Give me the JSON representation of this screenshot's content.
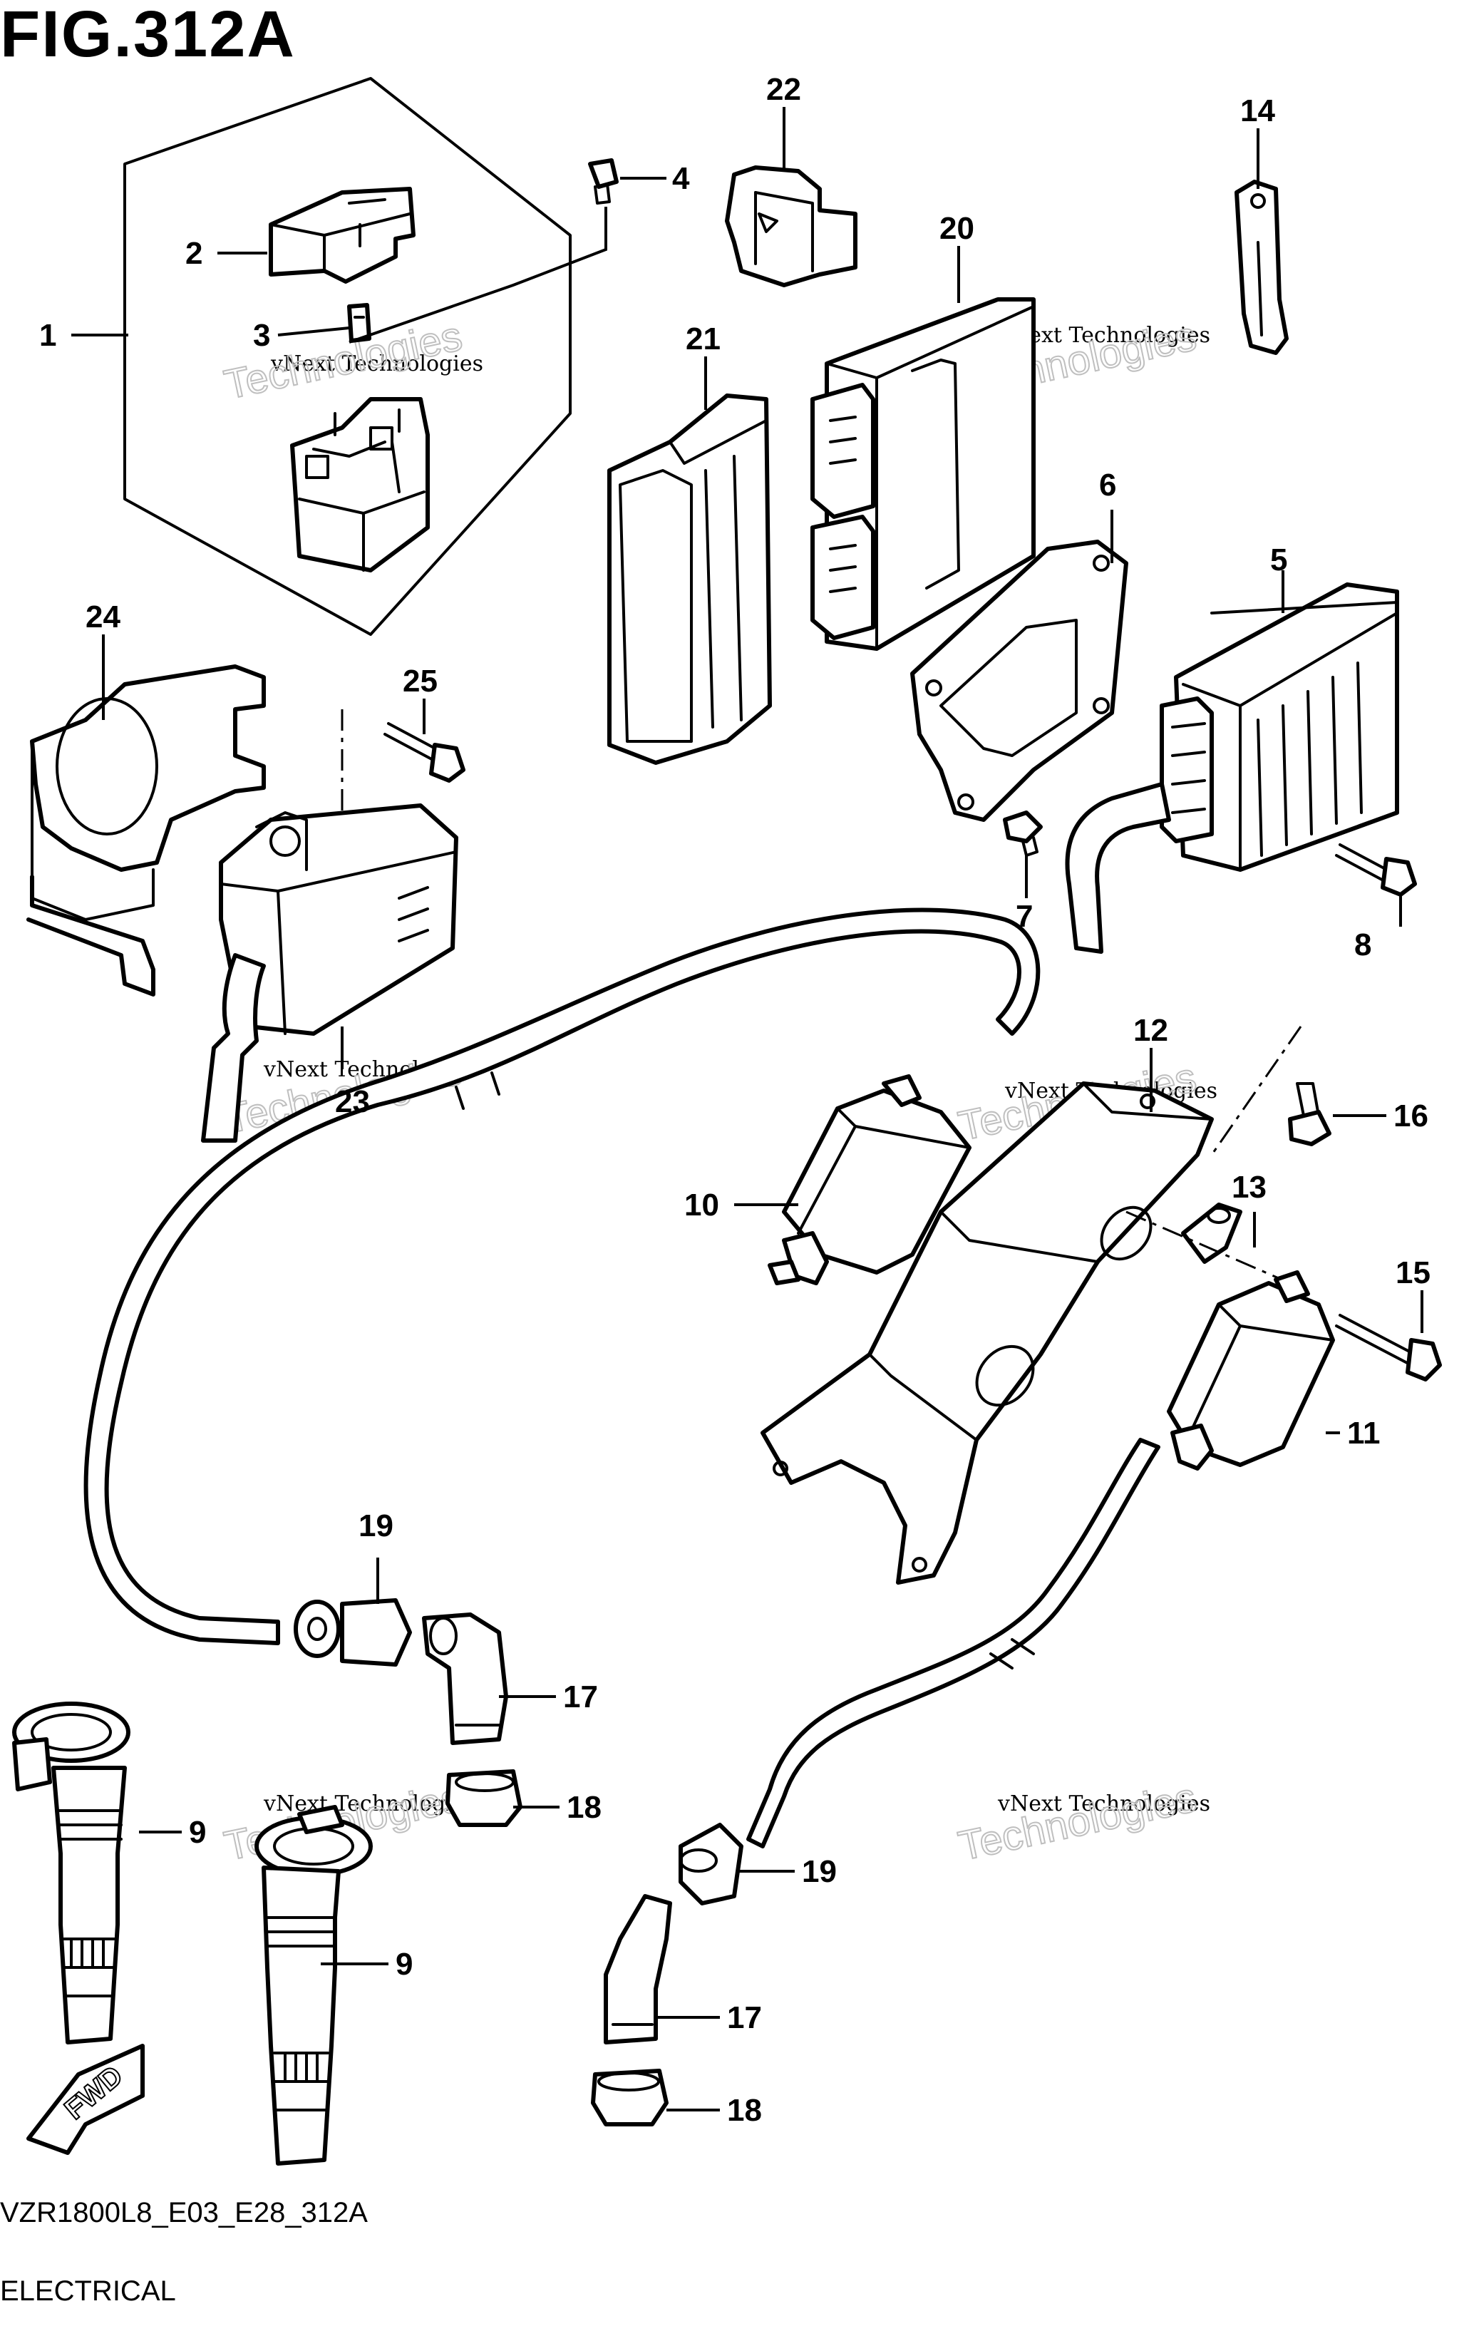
{
  "figure": {
    "title": "FIG.312A",
    "model_code": "VZR1800L8_E03_E28_312A",
    "section": "ELECTRICAL"
  },
  "watermark": {
    "line1": "vNext Technologies",
    "line2": "Technologies"
  },
  "direction_badge": "FWD",
  "callouts": [
    {
      "id": "c1",
      "label": "1"
    },
    {
      "id": "c2",
      "label": "2"
    },
    {
      "id": "c3",
      "label": "3"
    },
    {
      "id": "c4",
      "label": "4"
    },
    {
      "id": "c5",
      "label": "5"
    },
    {
      "id": "c6",
      "label": "6"
    },
    {
      "id": "c7",
      "label": "7"
    },
    {
      "id": "c8",
      "label": "8"
    },
    {
      "id": "c9a",
      "label": "9"
    },
    {
      "id": "c9b",
      "label": "9"
    },
    {
      "id": "c10",
      "label": "10"
    },
    {
      "id": "c11",
      "label": "11"
    },
    {
      "id": "c12",
      "label": "12"
    },
    {
      "id": "c13",
      "label": "13"
    },
    {
      "id": "c14",
      "label": "14"
    },
    {
      "id": "c15",
      "label": "15"
    },
    {
      "id": "c16",
      "label": "16"
    },
    {
      "id": "c17a",
      "label": "17"
    },
    {
      "id": "c17b",
      "label": "17"
    },
    {
      "id": "c18a",
      "label": "18"
    },
    {
      "id": "c18b",
      "label": "18"
    },
    {
      "id": "c19a",
      "label": "19"
    },
    {
      "id": "c19b",
      "label": "19"
    },
    {
      "id": "c20",
      "label": "20"
    },
    {
      "id": "c21",
      "label": "21"
    },
    {
      "id": "c22",
      "label": "22"
    },
    {
      "id": "c23",
      "label": "23"
    },
    {
      "id": "c24",
      "label": "24"
    },
    {
      "id": "c25",
      "label": "25"
    }
  ]
}
